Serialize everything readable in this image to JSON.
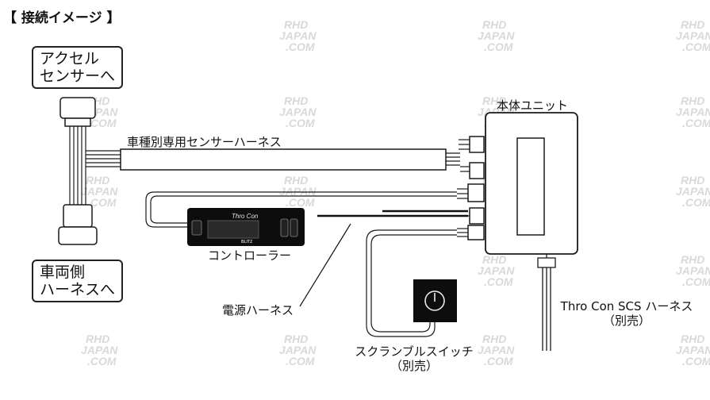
{
  "title": "【 接続イメージ 】",
  "labels": {
    "accel_sensor": [
      "アクセル",
      "センサーへ"
    ],
    "vehicle_harness": [
      "車両側",
      "ハーネスへ"
    ],
    "sensor_harness": "車種別専用センサーハーネス",
    "main_unit": "本体ユニット",
    "controller": "コントローラー",
    "power_harness": "電源ハーネス",
    "scs_harness": [
      "Thro Con SCS ハーネス",
      "（別売）"
    ],
    "scramble_switch": [
      "スクランブルスイッチ",
      "（別売）"
    ],
    "controller_brand": "Thro Con",
    "controller_maker": "BLITZ"
  },
  "watermark": {
    "lines": [
      "RHD",
      "JAPAN",
      ".COM"
    ]
  },
  "colors": {
    "line": "#1a1a1a",
    "controller_body": "#0d0d0d",
    "controller_screen": "#c8102e",
    "watermark": "#d9d9d9"
  }
}
